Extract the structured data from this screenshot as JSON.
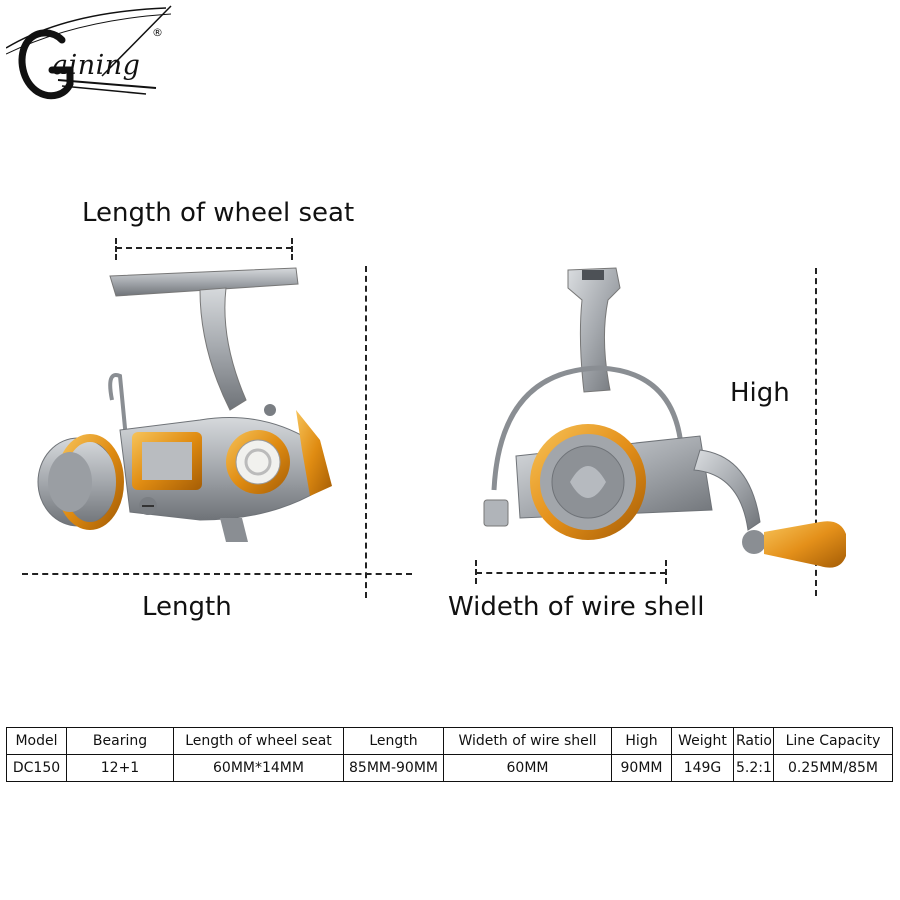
{
  "logo": {
    "text": "aining",
    "reg_mark": "®",
    "icon": "gaining-swoosh-logo"
  },
  "captions": {
    "wheel_seat": "Length of wheel seat",
    "length": "Length",
    "high": "High",
    "wire_shell": "Wideth of wire shell"
  },
  "images": {
    "left": "spinning-reel-side-view",
    "right": "spinning-reel-front-view"
  },
  "colors": {
    "accent_gold": "#e89a1a",
    "reel_silver": "#a9adb3",
    "text": "#111111"
  },
  "table": {
    "headers": [
      "Model",
      "Bearing",
      "Length of wheel seat",
      "Length",
      "Wideth of wire shell",
      "High",
      "Weight",
      "Ratio",
      "Line Capacity"
    ],
    "rows": [
      [
        "DC150",
        "12+1",
        "60MM*14MM",
        "85MM-90MM",
        "60MM",
        "90MM",
        "149G",
        "5.2:1",
        "0.25MM/85M"
      ]
    ]
  }
}
